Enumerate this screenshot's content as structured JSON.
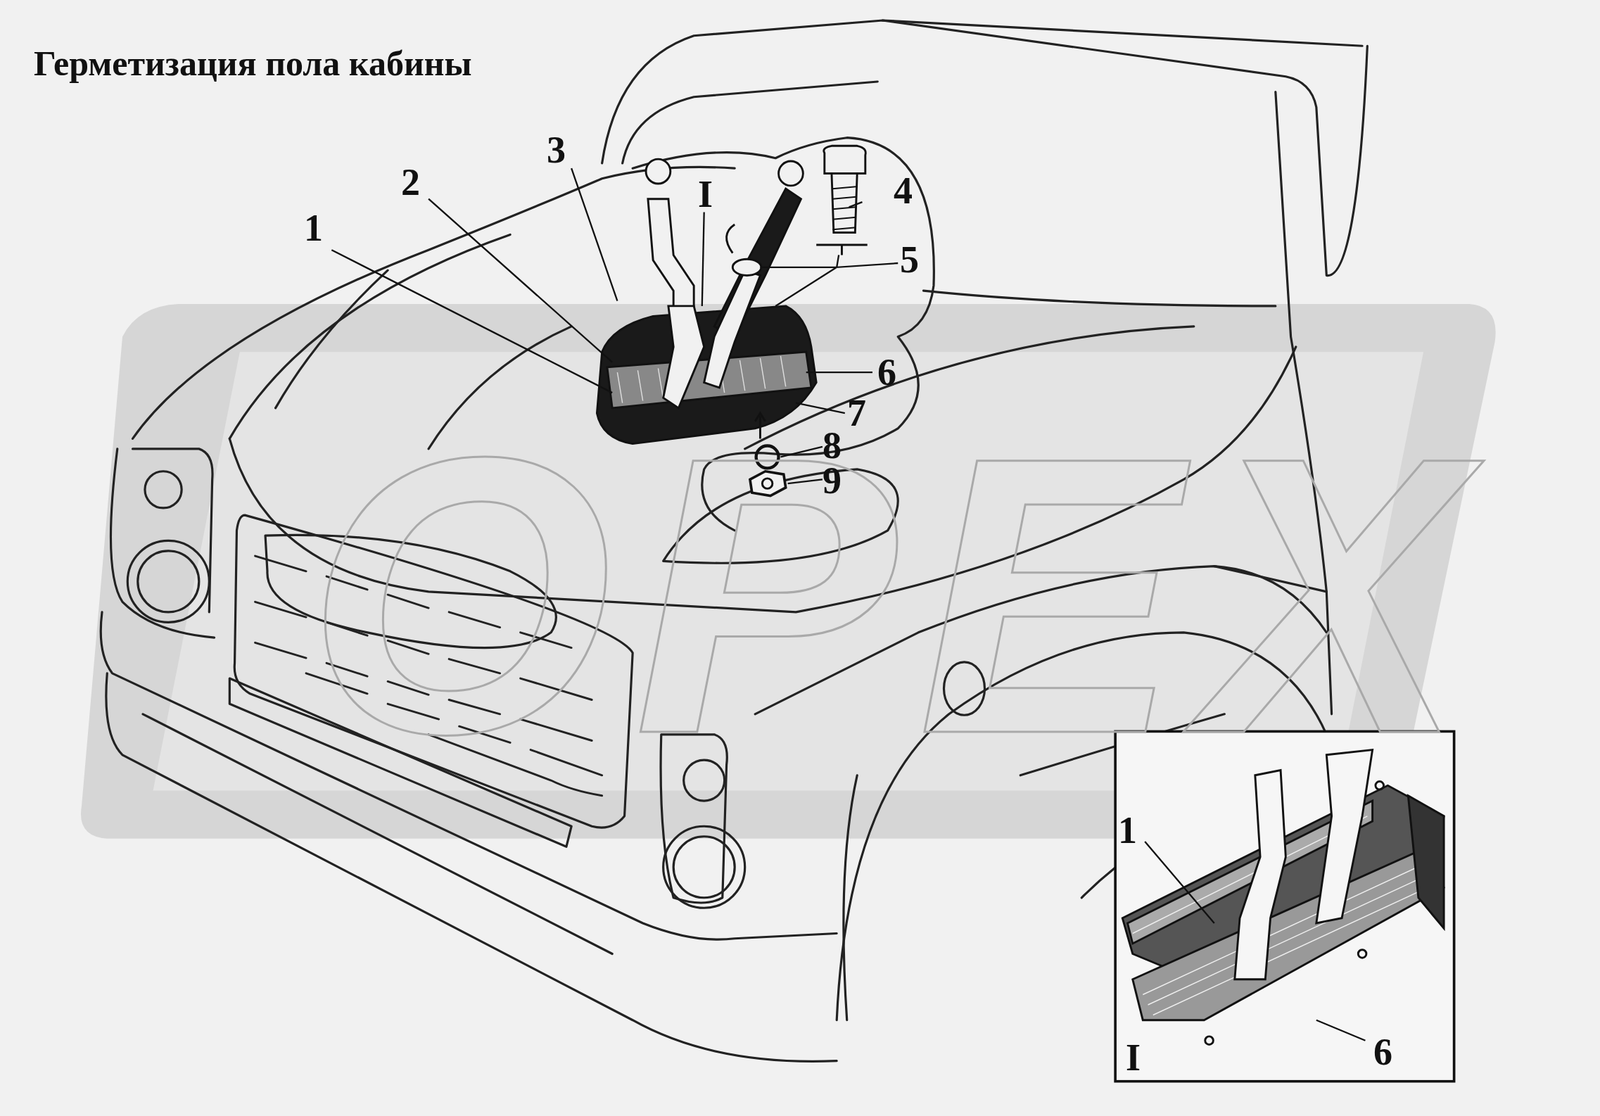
{
  "diagram": {
    "title": "Герметизация пола кабины",
    "labels": [
      "1",
      "2",
      "3",
      "I",
      "4",
      "5",
      "6",
      "7",
      "8",
      "9",
      "1",
      "6",
      "I",
      "OPEX"
    ]
  }
}
